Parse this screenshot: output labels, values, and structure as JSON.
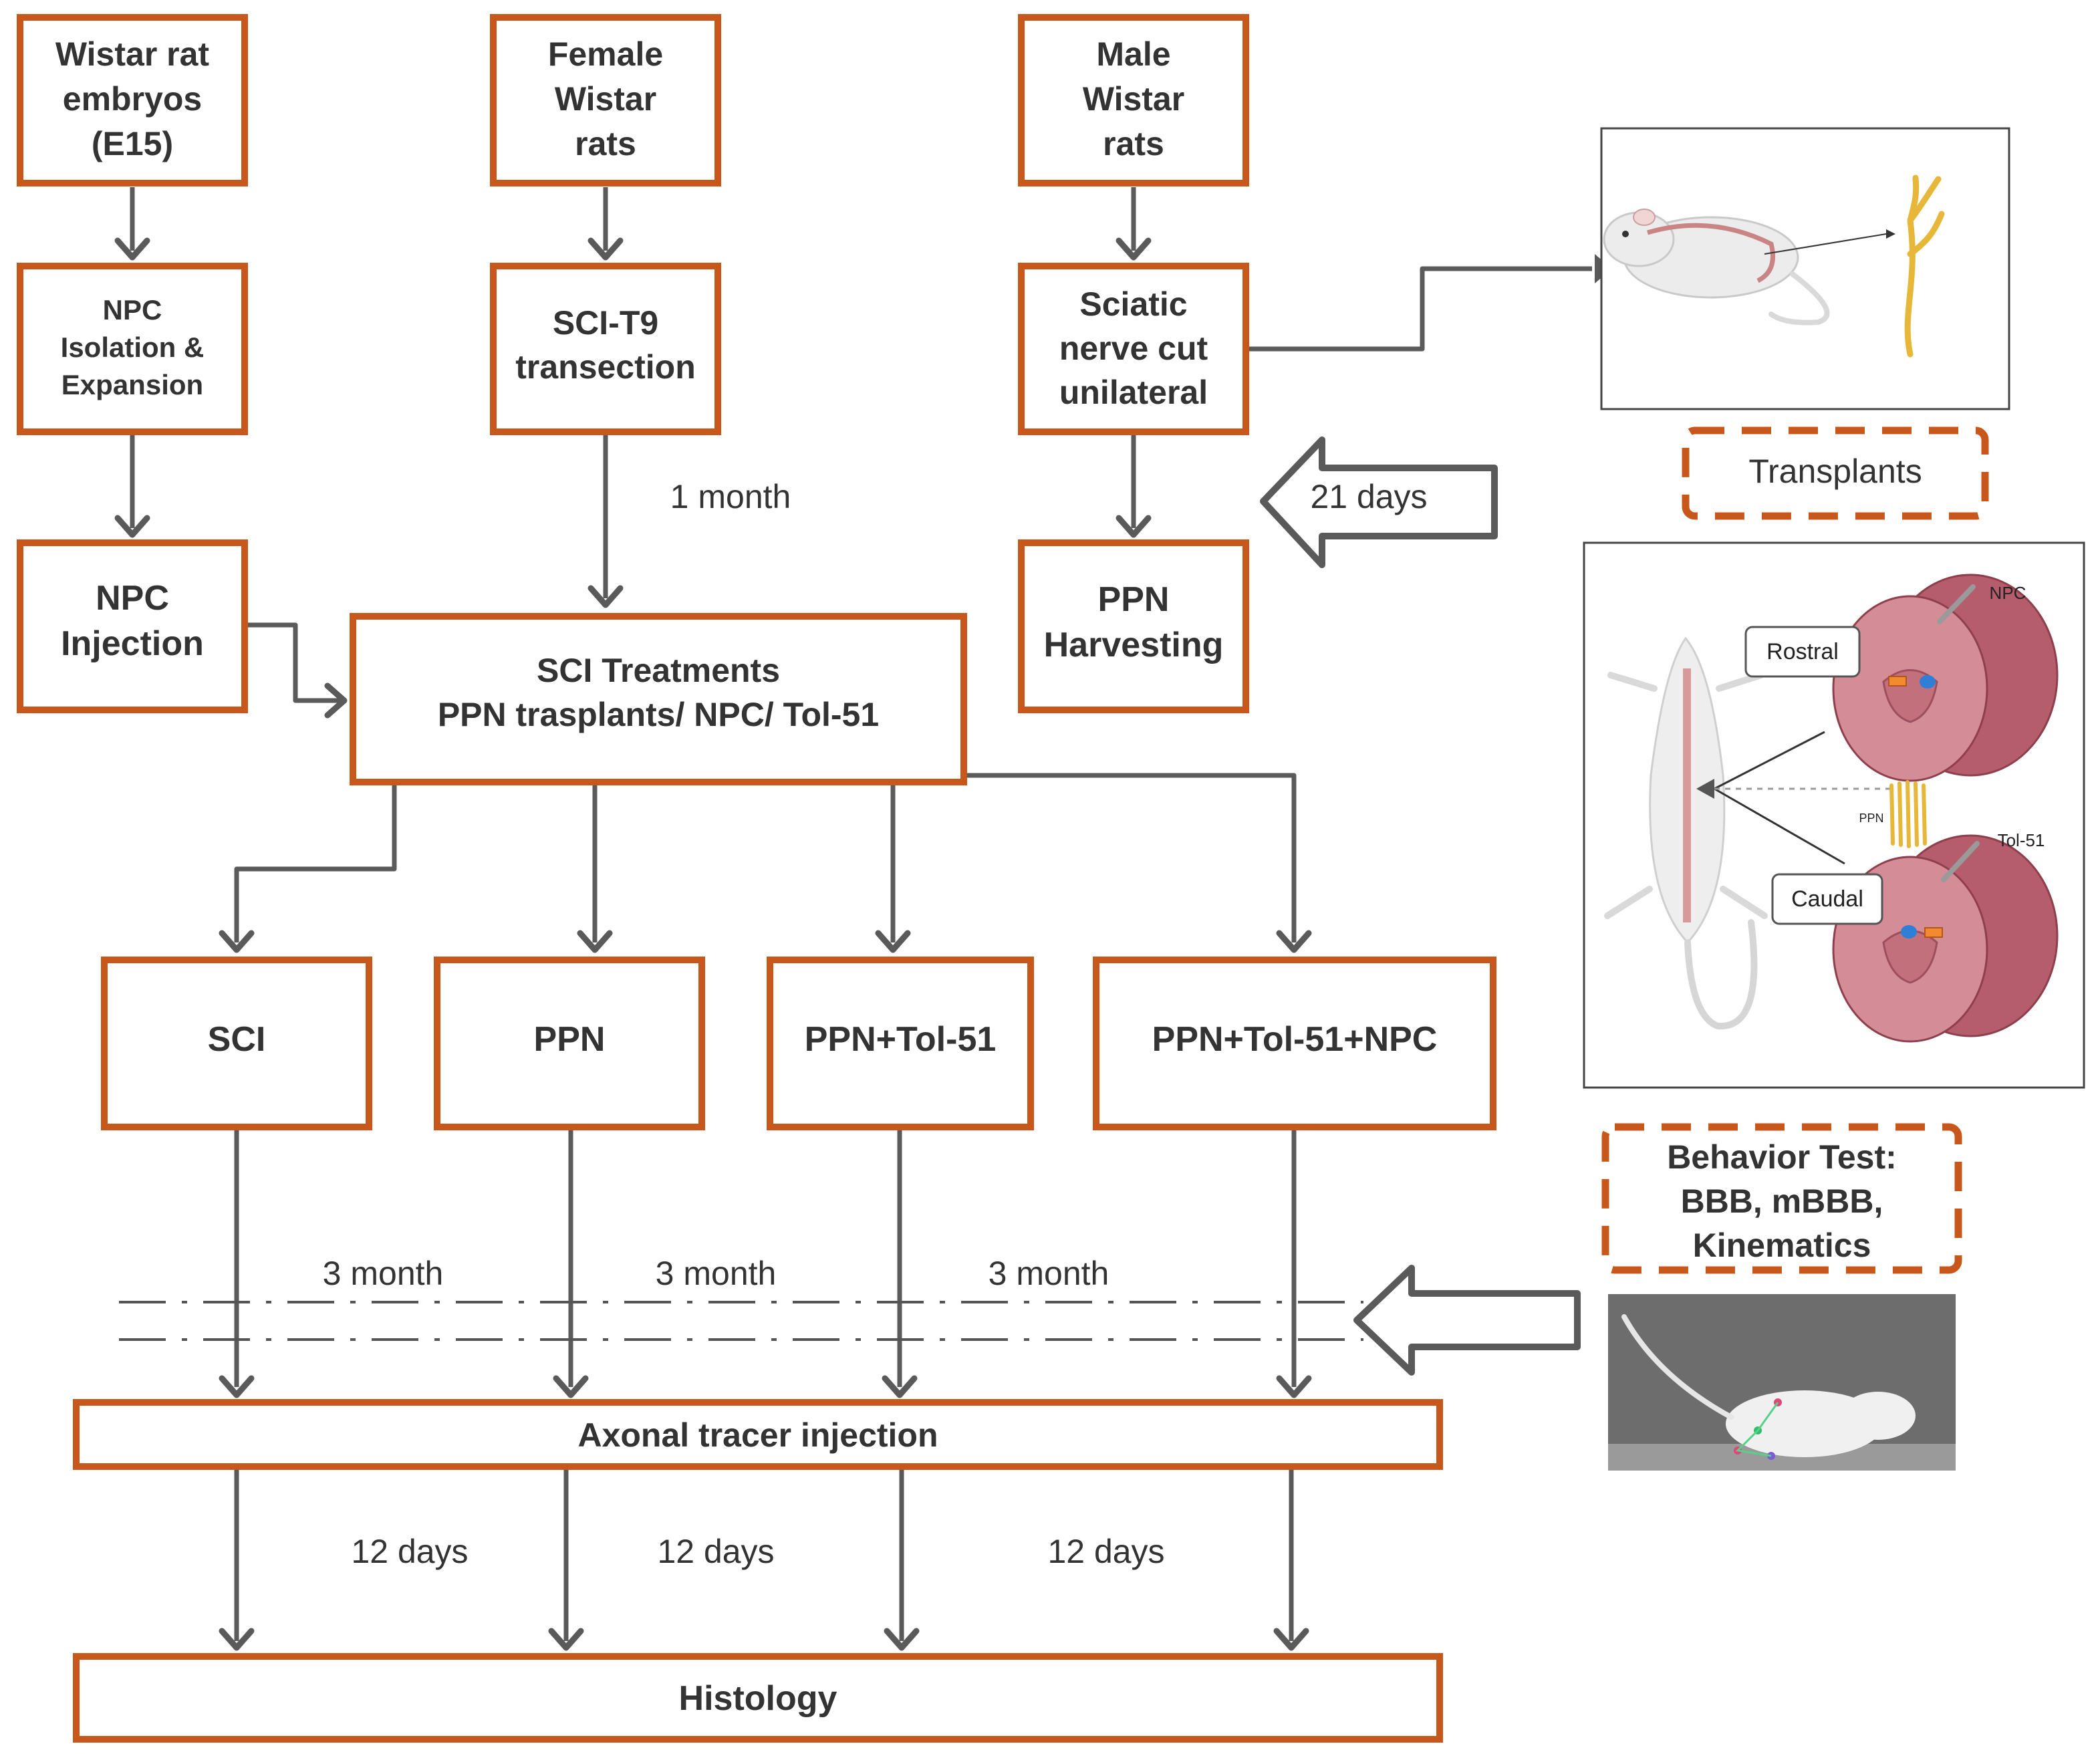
{
  "boxes": {
    "embryos": [
      "Wistar rat",
      "embryos",
      "(E15)"
    ],
    "female": [
      "Female",
      "Wistar",
      "rats"
    ],
    "male": [
      "Male",
      "Wistar",
      "rats"
    ],
    "npc_isolation": [
      "NPC",
      "Isolation &",
      "Expansion"
    ],
    "sci_t9": [
      "SCI-T9",
      "transection"
    ],
    "sciatic": [
      "Sciatic",
      "nerve cut",
      "unilateral"
    ],
    "npc_injection": [
      "NPC",
      "Injection"
    ],
    "ppn_harvest": [
      "PPN",
      "Harvesting"
    ],
    "treatments": [
      "SCI Treatments",
      "PPN trasplants/ NPC/ Tol-51"
    ],
    "groups": [
      "SCI",
      "PPN",
      "PPN+Tol-51",
      "PPN+Tol-51+NPC"
    ],
    "tracer": "Axonal tracer injection",
    "histology": "Histology"
  },
  "labels": {
    "one_month": "1 month",
    "twentyone_days": "21 days",
    "three_month": [
      "3 month",
      "3 month",
      "3 month"
    ],
    "twelve_days": [
      "12 days",
      "12 days",
      "12 days"
    ]
  },
  "side": {
    "transplants": "Transplants",
    "behavior": [
      "Behavior Test:",
      "BBB, mBBB,",
      "Kinematics"
    ],
    "schematic": {
      "rostral": "Rostral",
      "caudal": "Caudal",
      "npc": "NPC",
      "tol51": "Tol-51",
      "ppn": "PPN"
    }
  }
}
